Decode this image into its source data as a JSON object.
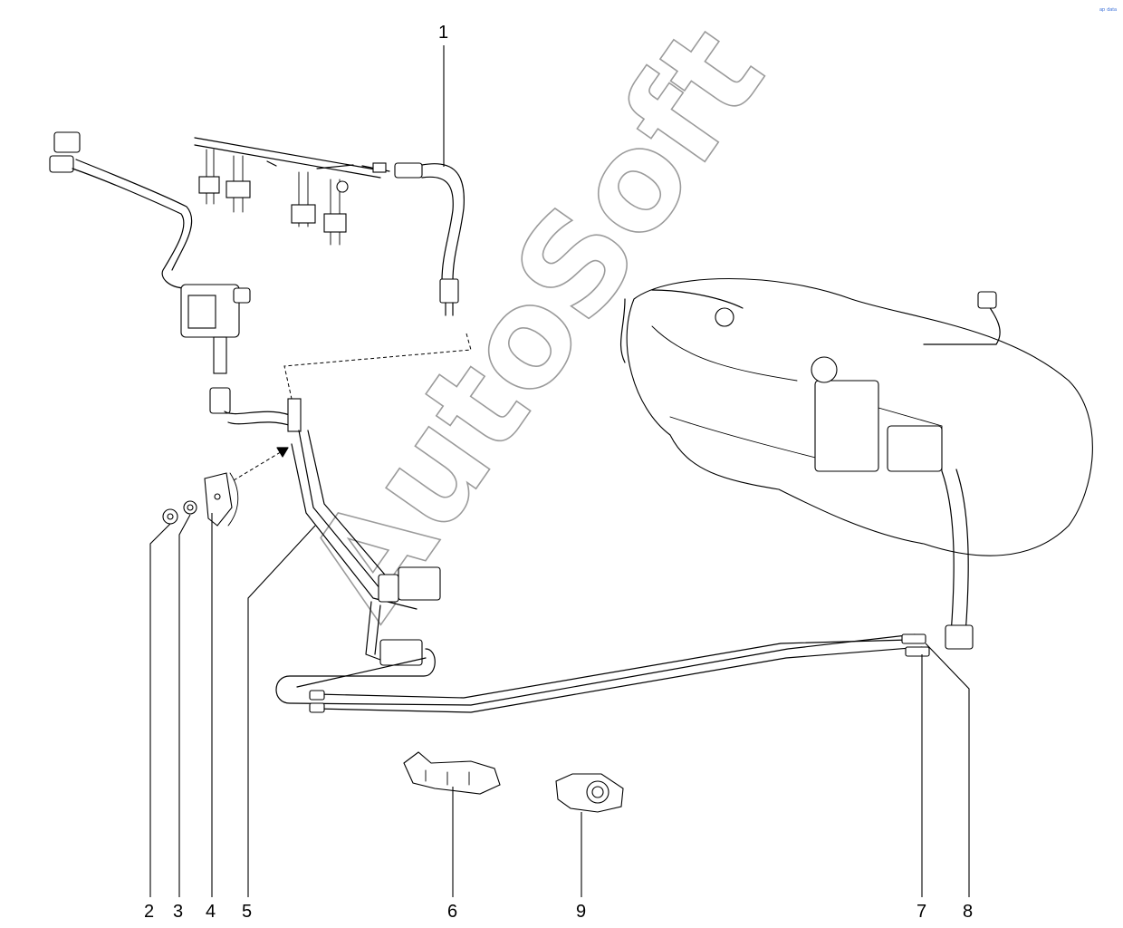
{
  "diagram": {
    "callouts": [
      "1",
      "2",
      "3",
      "4",
      "5",
      "6",
      "9",
      "7",
      "8"
    ],
    "watermark": "AutoSoft",
    "corner_mark": "ᵃᵖ ᵈᵃᵗᵃ"
  }
}
